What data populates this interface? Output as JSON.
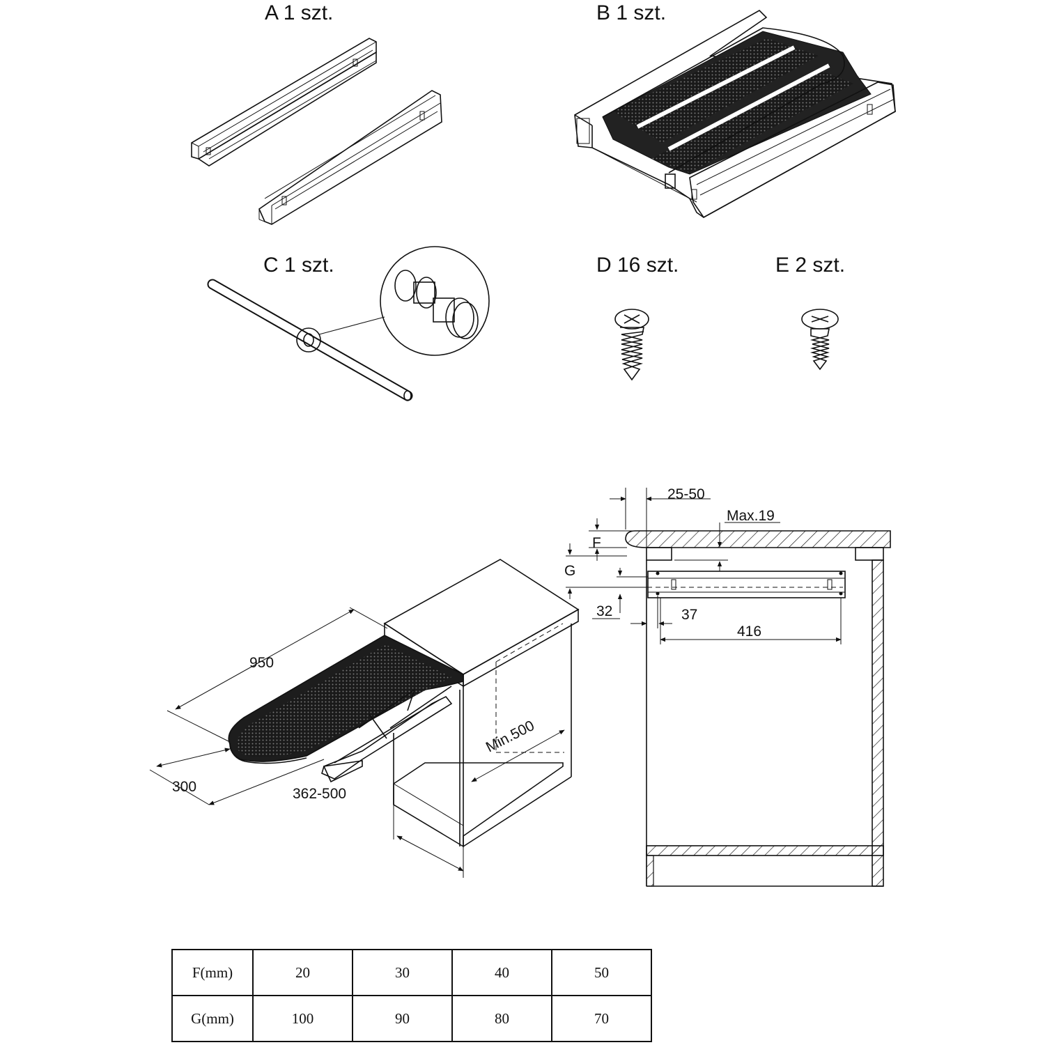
{
  "parts": {
    "a": "A 1 szt.",
    "b": "B 1 szt.",
    "c": "C 1 szt.",
    "d": "D 16 szt.",
    "e": "E 2 szt."
  },
  "dimensions": {
    "length": "950",
    "width": "300",
    "drawer_range": "362-500",
    "min_depth": "Min.500",
    "front_offset": "25-50",
    "max_thickness": "Max.19",
    "f": "F",
    "g": "G",
    "rail_height": "32",
    "rail_offset": "37",
    "rail_length": "416"
  },
  "table": {
    "rows": [
      {
        "label": "F(mm)",
        "values": [
          "20",
          "30",
          "40",
          "50"
        ]
      },
      {
        "label": "G(mm)",
        "values": [
          "100",
          "90",
          "80",
          "70"
        ]
      }
    ]
  }
}
